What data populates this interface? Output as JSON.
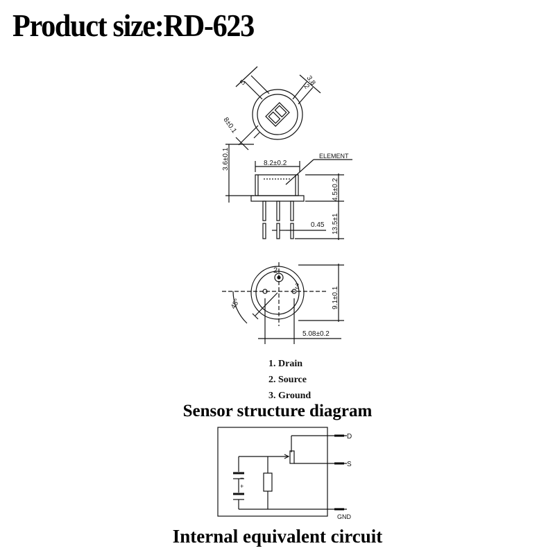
{
  "title": "Product size:RD-623",
  "top_view": {
    "dim_pitch": "5",
    "dim_small": "3.8",
    "dim_small2": "2",
    "dim_diameter": "8±0.1"
  },
  "side_view": {
    "dim_body_width": "8.2±0.2",
    "element_label": "ELEMENT",
    "dim_total_height": "3.6±0.1",
    "dim_body_height": "4.5±0.2",
    "dim_pin_length": "13.5±1",
    "dim_pin_width": "0.45"
  },
  "bottom_view": {
    "pin2": "2",
    "pin3": "3",
    "angle": "45°",
    "dim_height": "9.1±0.1",
    "dim_pin_spacing": "5.08±0.2"
  },
  "pins": [
    "1. Drain",
    "2. Source",
    "3. Ground"
  ],
  "structure_caption": "Sensor structure diagram",
  "circuit": {
    "label_d": "D",
    "label_s": "S",
    "label_gnd": "GND",
    "cap_plus": "+",
    "cap_minus": "−"
  },
  "circuit_caption": "Internal equivalent circuit"
}
